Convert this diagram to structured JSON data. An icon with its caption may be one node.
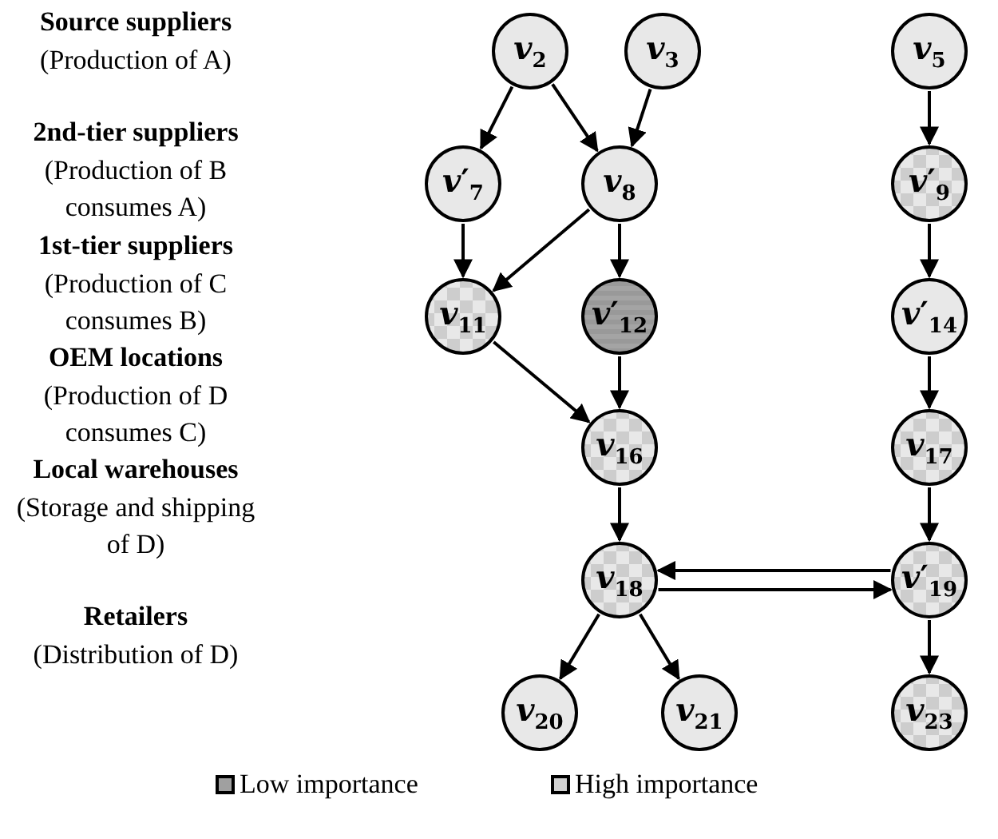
{
  "diagram": {
    "nodes": [
      {
        "text": [
          "*v*$_{2}$"
        ]
      },
      {
        "text": [
          "*v*$_{3}$"
        ]
      },
      {
        "text": [
          "*v*$_{5}$"
        ]
      },
      {
        "text": [
          "*v*′$_{7}$"
        ]
      },
      {
        "text": [
          "*v*$_{8}$"
        ]
      },
      {
        "text": [
          "*v*′$_{9}$"
        ]
      },
      {
        "text": [
          "*v*$_{11}$"
        ]
      },
      {
        "text": [
          "*v*′$_{12}$"
        ]
      },
      {
        "text": [
          "*v*′$_{14}$"
        ]
      },
      {
        "text": [
          "*v*$_{16}$"
        ]
      },
      {
        "text": [
          "*v*$_{17}$"
        ]
      },
      {
        "text": [
          "*v*$_{18}$"
        ]
      },
      {
        "text": [
          "*v*′$_{19}$"
        ]
      },
      {
        "text": [
          "*v*$_{20}$"
        ]
      },
      {
        "text": [
          "*v*$_{21}$"
        ]
      },
      {
        "text": [
          "*v*$_{23}$"
        ]
      }
    ],
    "edges": [
      {
        "from": 0,
        "to": 3,
        "arrow": "to"
      },
      {
        "from": 0,
        "to": 4,
        "arrow": "to"
      },
      {
        "from": 1,
        "to": 4,
        "arrow": "to"
      },
      {
        "from": 2,
        "to": 5,
        "arrow": "to"
      },
      {
        "from": 3,
        "to": 6,
        "arrow": "to"
      },
      {
        "from": 4,
        "to": 6,
        "arrow": "to"
      },
      {
        "from": 4,
        "to": 7,
        "arrow": "to"
      },
      {
        "from": 5,
        "to": 8,
        "arrow": "to"
      },
      {
        "from": 6,
        "to": 9,
        "arrow": "to"
      },
      {
        "from": 7,
        "to": 9,
        "arrow": "to"
      },
      {
        "from": 8,
        "to": 10,
        "arrow": "to"
      },
      {
        "from": 9,
        "to": 11,
        "arrow": "to"
      },
      {
        "from": 10,
        "to": 12,
        "arrow": "to"
      },
      {
        "from": 12,
        "to": 11,
        "arrow": "to"
      },
      {
        "from": 11,
        "to": 12,
        "arrow": "to"
      },
      {
        "from": 11,
        "to": 13,
        "arrow": "to"
      },
      {
        "from": 11,
        "to": 14,
        "arrow": "to"
      },
      {
        "from": 12,
        "to": 15,
        "arrow": "to"
      }
    ],
    "labels": [
      "Source suppliers",
      "(Production of A)",
      "2nd-tier suppliers",
      "(Production of B consumes A)",
      "1st-tier suppliers",
      "(Production of C consumes B)",
      "OEM locations",
      "(Production of D consumes C)",
      "Local warehouses",
      "(Storage and shipping of D)",
      "Retailers",
      "(Distribution of D)"
    ],
    "legend": [
      {
        "text": "Low importance",
        "color": "#a0a0a0"
      },
      {
        "text": "High importance",
        "color": "#d0d0d0"
      }
    ]
  }
}
